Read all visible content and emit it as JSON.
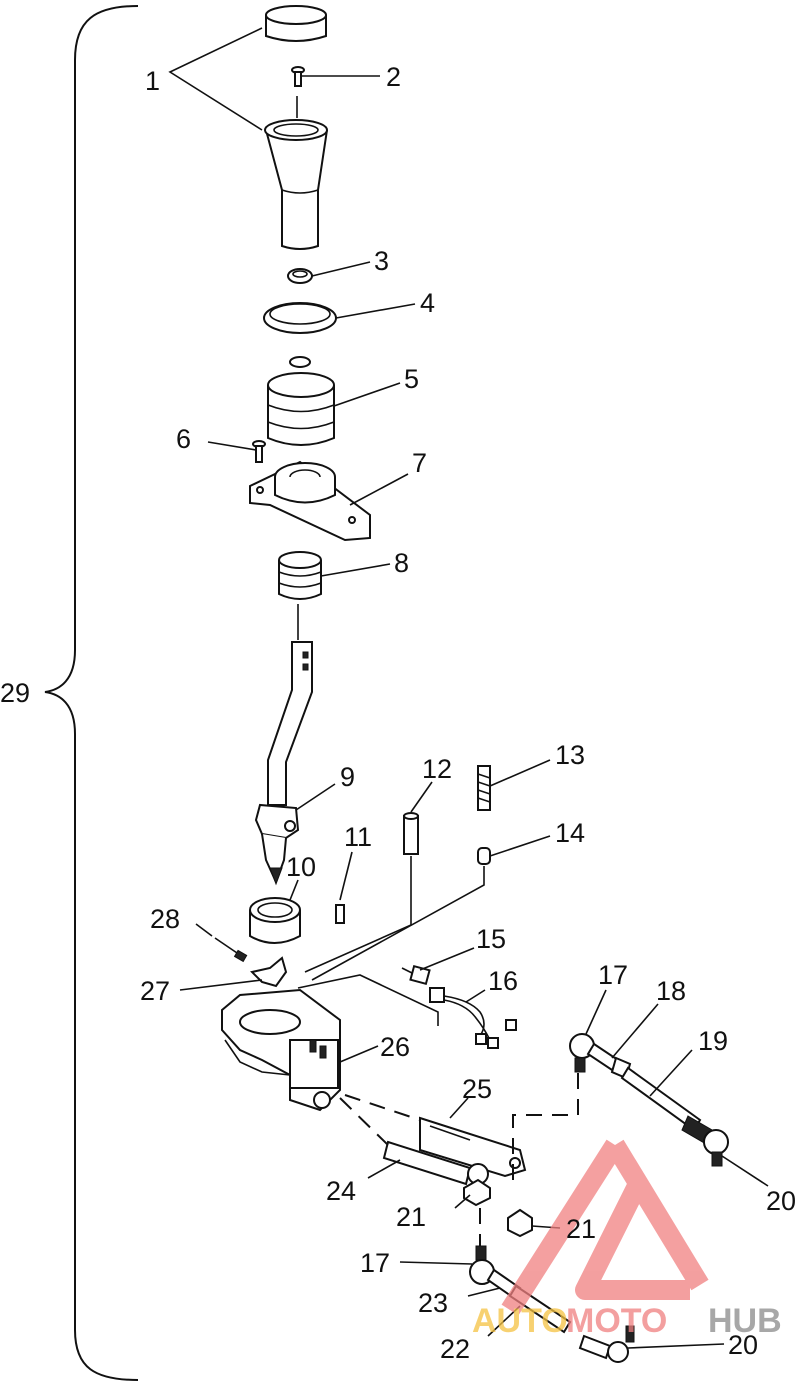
{
  "callouts": {
    "c1": "1",
    "c2": "2",
    "c3": "3",
    "c4": "4",
    "c5": "5",
    "c6": "6",
    "c7": "7",
    "c8": "8",
    "c9": "9",
    "c10": "10",
    "c11": "11",
    "c12": "12",
    "c13": "13",
    "c14": "14",
    "c15": "15",
    "c16": "16",
    "c17a": "17",
    "c17b": "17",
    "c18": "18",
    "c19": "19",
    "c20a": "20",
    "c20b": "20",
    "c21a": "21",
    "c21b": "21",
    "c22": "22",
    "c23": "23",
    "c24": "24",
    "c25": "25",
    "c26": "26",
    "c27": "27",
    "c28": "28",
    "c29": "29"
  },
  "watermark": {
    "text_a": "AUTO",
    "text_b": "MOTO",
    "text_c": "HUB",
    "colors": {
      "triangle": "#f08080",
      "auto": "#f5c242",
      "moto": "#f08080",
      "hub": "#8a8a8a"
    }
  }
}
